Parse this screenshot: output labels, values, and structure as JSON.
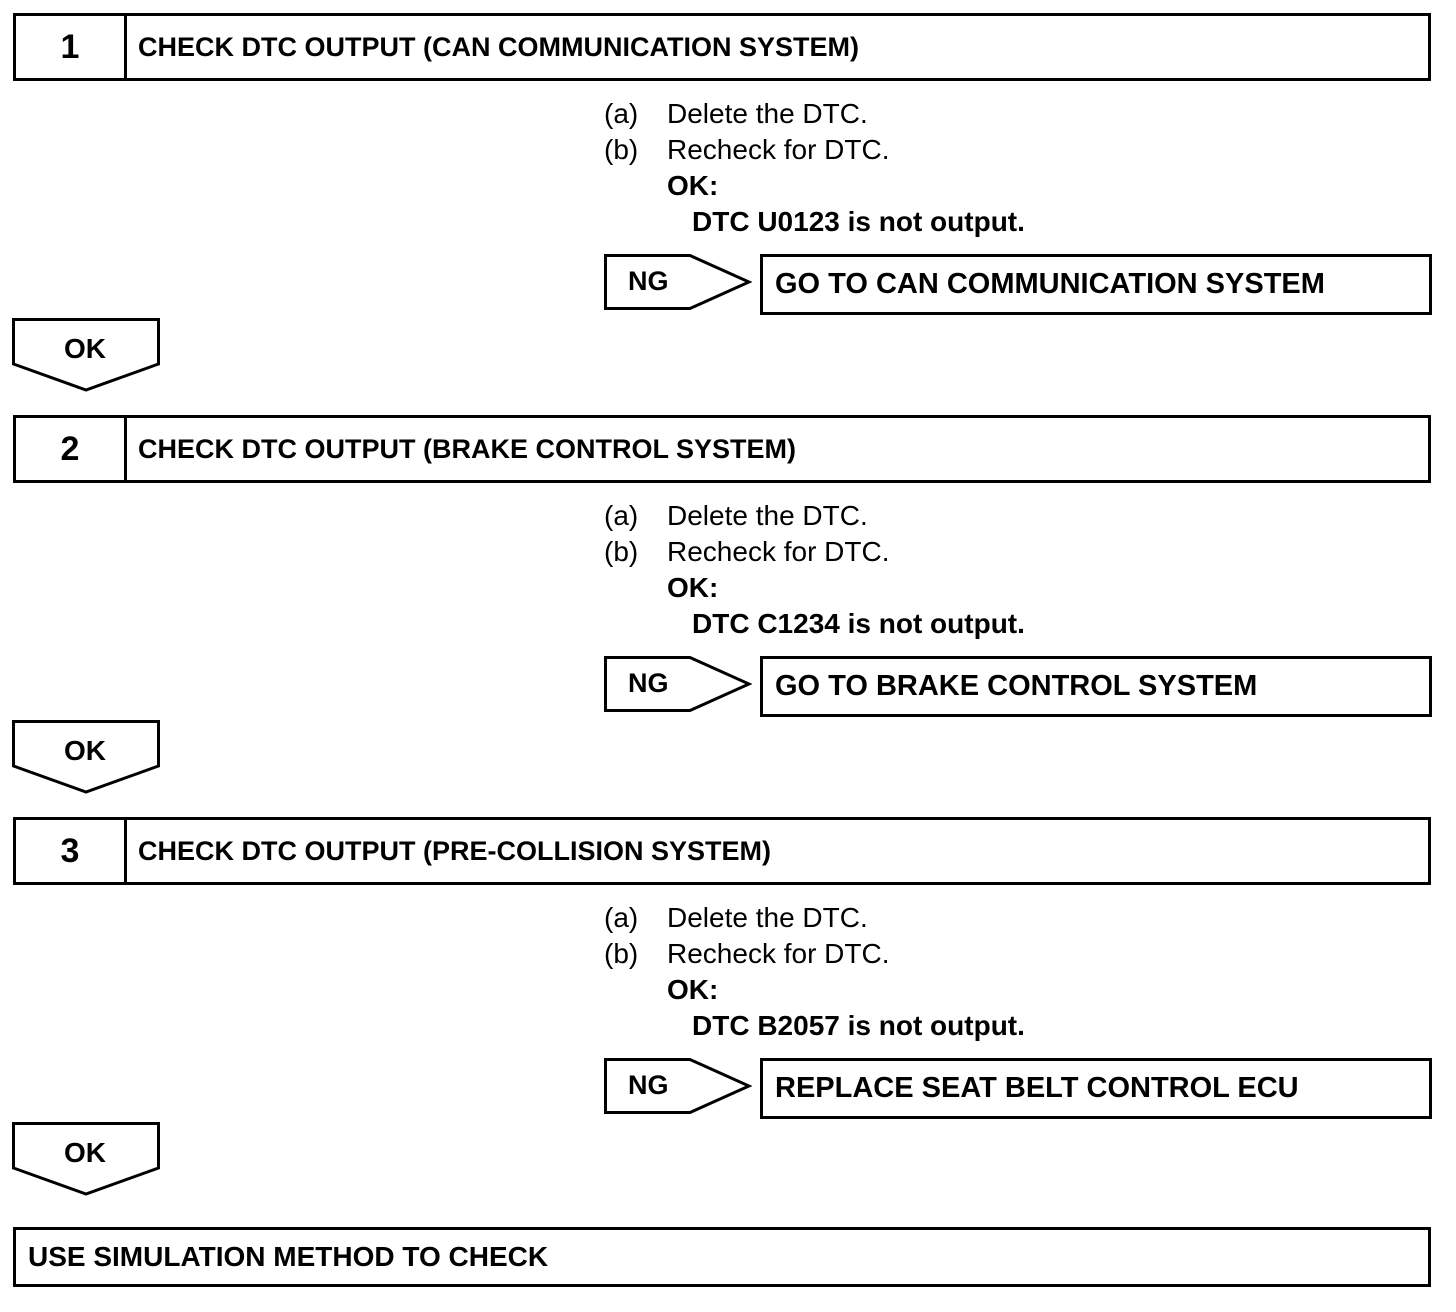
{
  "steps": [
    {
      "number": "1",
      "title": "CHECK DTC OUTPUT (CAN COMMUNICATION SYSTEM)",
      "substep_a_marker": "(a)",
      "substep_a_text": "Delete the DTC.",
      "substep_b_marker": "(b)",
      "substep_b_text": "Recheck for DTC.",
      "ok_heading": "OK:",
      "ok_condition": "DTC U0123 is not output.",
      "ng_label": "NG",
      "ng_result": "GO TO CAN COMMUNICATION SYSTEM",
      "ok_label": "OK"
    },
    {
      "number": "2",
      "title": "CHECK DTC OUTPUT (BRAKE CONTROL SYSTEM)",
      "substep_a_marker": "(a)",
      "substep_a_text": "Delete the DTC.",
      "substep_b_marker": "(b)",
      "substep_b_text": "Recheck for DTC.",
      "ok_heading": "OK:",
      "ok_condition": "DTC C1234 is not output.",
      "ng_label": "NG",
      "ng_result": "GO TO BRAKE CONTROL SYSTEM",
      "ok_label": "OK"
    },
    {
      "number": "3",
      "title": "CHECK DTC OUTPUT (PRE-COLLISION SYSTEM)",
      "substep_a_marker": "(a)",
      "substep_a_text": "Delete the DTC.",
      "substep_b_marker": "(b)",
      "substep_b_text": "Recheck for DTC.",
      "ok_heading": "OK:",
      "ok_condition": "DTC B2057 is not output.",
      "ng_label": "NG",
      "ng_result": "REPLACE SEAT BELT CONTROL ECU",
      "ok_label": "OK"
    }
  ],
  "final_step": "USE SIMULATION METHOD TO CHECK"
}
